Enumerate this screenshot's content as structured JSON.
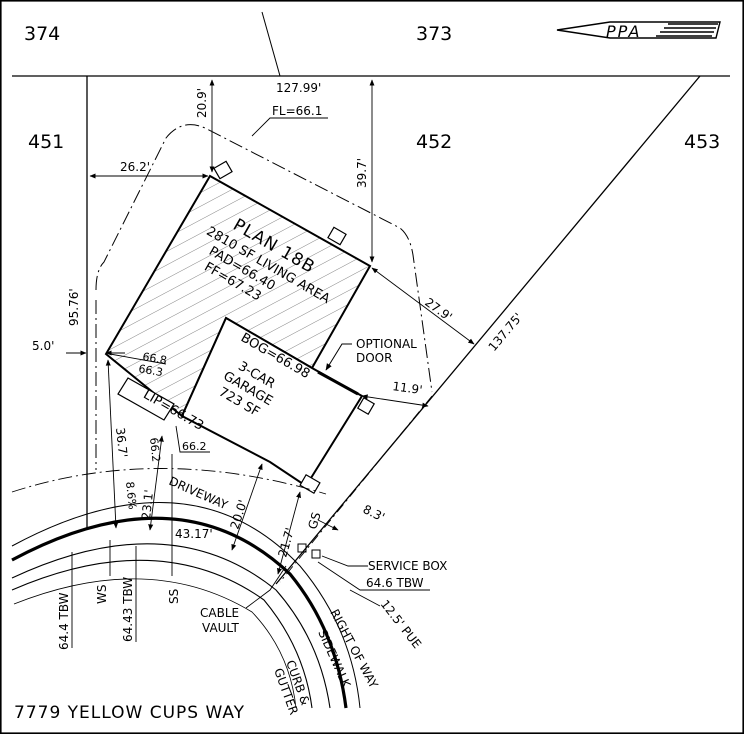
{
  "lots": {
    "l374": "374",
    "l373": "373",
    "l451": "451",
    "l452": "452",
    "l453": "453"
  },
  "logo": "PPA",
  "address": "7779 YELLOW CUPS WAY",
  "house": {
    "plan": "PLAN 18B",
    "area": "2810 SF LIVING AREA",
    "pad": "PAD=66.40",
    "ff": "FF=67.23"
  },
  "garage": {
    "bog": "BOG=66.98",
    "name": "3-CAR",
    "name2": "GARAGE",
    "area": "723 SF",
    "lip": "LIP=66.73"
  },
  "optional_door": {
    "line1": "OPTIONAL",
    "line2": "DOOR"
  },
  "dims": {
    "rear_width": "127.99'",
    "rear_setback": "20.9'",
    "fl": "FL=66.1",
    "left_setback": "26.2'",
    "right_setback_top": "39.7'",
    "right_side": "27.9'",
    "right_lot_line": "137.75'",
    "left_lot_line": "95.76'",
    "side_5": "5.0'",
    "right_front": "11.9'",
    "front_36": "36.7'",
    "front_23": "23.1'",
    "front_20": "20.0'",
    "front_21": "21.7'",
    "front_8": "8.3'",
    "frontage": "43.17'",
    "e668": "66.8",
    "e663": "66.3",
    "e662a": "66.2",
    "e662b": "66.2",
    "slope": "8.6%"
  },
  "labels": {
    "driveway": "DRIVEWAY",
    "gs": "GS",
    "service_box": "SERVICE BOX",
    "tbw_646": "64.6 TBW",
    "pue": "12.5' PUE",
    "cable": "CABLE",
    "vault": "VAULT",
    "tbw_644": "64.4 TBW",
    "ws": "WS",
    "tbw_6443": "64.43 TBW",
    "ss": "SS",
    "right_of": "RIGHT OF WAY",
    "sidewalk": "SIDEWALK",
    "curb": "CURB &",
    "gutter": "GUTTER"
  }
}
